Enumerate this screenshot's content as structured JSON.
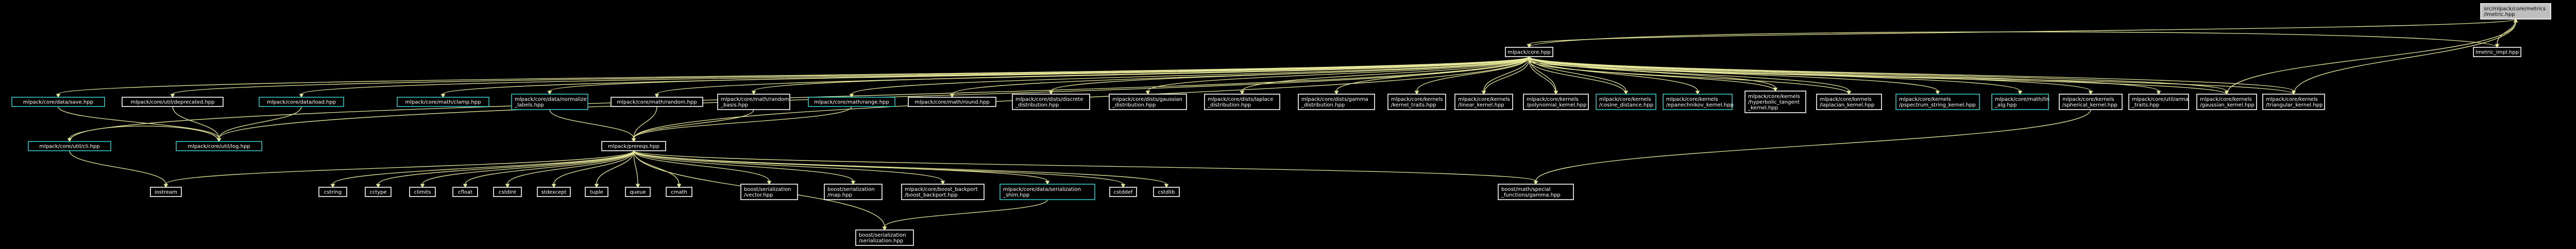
{
  "graph": {
    "colors": {
      "background": "#000000",
      "edge": "#e8e89a",
      "linked_border": "#35c4c4",
      "plain_border": "#ffffff",
      "root_fill": "#bfbfbf"
    },
    "nodes": [
      {
        "id": "root",
        "lines": [
          "src/mlpack/core/metrics",
          "/lmetric.hpp"
        ],
        "kind": "root"
      },
      {
        "id": "lmetric_impl",
        "lines": [
          "lmetric_impl.hpp"
        ],
        "kind": "plain"
      },
      {
        "id": "core",
        "lines": [
          "mlpack/core.hpp"
        ],
        "kind": "plain"
      },
      {
        "id": "data_save",
        "lines": [
          "mlpack/core/data/save.hpp"
        ],
        "kind": "linked"
      },
      {
        "id": "util_deprecated",
        "lines": [
          "mlpack/core/util/deprecated.hpp"
        ],
        "kind": "plain"
      },
      {
        "id": "data_load",
        "lines": [
          "mlpack/core/data/load.hpp"
        ],
        "kind": "linked"
      },
      {
        "id": "math_clamp",
        "lines": [
          "mlpack/core/math/clamp.hpp"
        ],
        "kind": "linked"
      },
      {
        "id": "normalize_labels",
        "lines": [
          "mlpack/core/data/normalize",
          "_labels.hpp"
        ],
        "kind": "linked"
      },
      {
        "id": "math_random",
        "lines": [
          "mlpack/core/math/random.hpp"
        ],
        "kind": "plain"
      },
      {
        "id": "random_basis",
        "lines": [
          "mlpack/core/math/random",
          "_basis.hpp"
        ],
        "kind": "plain"
      },
      {
        "id": "math_range",
        "lines": [
          "mlpack/core/math/range.hpp"
        ],
        "kind": "linked"
      },
      {
        "id": "math_round",
        "lines": [
          "mlpack/core/math/round.hpp"
        ],
        "kind": "plain"
      },
      {
        "id": "discrete_dist",
        "lines": [
          "mlpack/core/dists/discrete",
          "_distribution.hpp"
        ],
        "kind": "plain"
      },
      {
        "id": "gaussian_dist",
        "lines": [
          "mlpack/core/dists/gaussian",
          "_distribution.hpp"
        ],
        "kind": "plain"
      },
      {
        "id": "laplace_dist",
        "lines": [
          "mlpack/core/dists/laplace",
          "_distribution.hpp"
        ],
        "kind": "plain"
      },
      {
        "id": "gamma_dist",
        "lines": [
          "mlpack/core/dists/gamma",
          "_distribution.hpp"
        ],
        "kind": "plain"
      },
      {
        "id": "kernel_traits",
        "lines": [
          "mlpack/core/kernels",
          "/kernel_traits.hpp"
        ],
        "kind": "plain"
      },
      {
        "id": "linear_kernel",
        "lines": [
          "mlpack/core/kernels",
          "/linear_kernel.hpp"
        ],
        "kind": "plain"
      },
      {
        "id": "polynomial_kernel",
        "lines": [
          "mlpack/core/kernels",
          "/polynomial_kernel.hpp"
        ],
        "kind": "plain"
      },
      {
        "id": "cosine_distance",
        "lines": [
          "mlpack/core/kernels",
          "/cosine_distance.hpp"
        ],
        "kind": "linked"
      },
      {
        "id": "epanechnikov_kernel",
        "lines": [
          "mlpack/core/kernels",
          "/epanechnikov_kernel.hpp"
        ],
        "kind": "linked"
      },
      {
        "id": "hyperbolic_tangent",
        "lines": [
          "mlpack/core/kernels",
          "/hyperbolic_tangent",
          "_kernel.hpp"
        ],
        "kind": "plain"
      },
      {
        "id": "laplacian_kernel",
        "lines": [
          "mlpack/core/kernels",
          "/laplacian_kernel.hpp"
        ],
        "kind": "plain"
      },
      {
        "id": "pspectrum_string",
        "lines": [
          "mlpack/core/kernels",
          "/pspectrum_string_kernel.hpp"
        ],
        "kind": "linked"
      },
      {
        "id": "lin_alg",
        "lines": [
          "mlpack/core/math/lin",
          "_alg.hpp"
        ],
        "kind": "linked"
      },
      {
        "id": "spherical_kernel",
        "lines": [
          "mlpack/core/kernels",
          "/spherical_kernel.hpp"
        ],
        "kind": "plain"
      },
      {
        "id": "arma_traits",
        "lines": [
          "mlpack/core/util/arma",
          "_traits.hpp"
        ],
        "kind": "plain"
      },
      {
        "id": "gaussian_kernel",
        "lines": [
          "mlpack/core/kernels",
          "/gaussian_kernel.hpp"
        ],
        "kind": "plain"
      },
      {
        "id": "triangular_kernel",
        "lines": [
          "mlpack/core/kernels",
          "/triangular_kernel.hpp"
        ],
        "kind": "plain"
      },
      {
        "id": "util_cli",
        "lines": [
          "mlpack/core/util/cli.hpp"
        ],
        "kind": "linked"
      },
      {
        "id": "util_log",
        "lines": [
          "mlpack/core/util/log.hpp"
        ],
        "kind": "linked"
      },
      {
        "id": "prereqs",
        "lines": [
          "mlpack/prereqs.hpp"
        ],
        "kind": "plain"
      },
      {
        "id": "iostream",
        "lines": [
          "iostream"
        ],
        "kind": "plain"
      },
      {
        "id": "cstring",
        "lines": [
          "cstring"
        ],
        "kind": "plain"
      },
      {
        "id": "cctype",
        "lines": [
          "cctype"
        ],
        "kind": "plain"
      },
      {
        "id": "climits",
        "lines": [
          "climits"
        ],
        "kind": "plain"
      },
      {
        "id": "cfloat",
        "lines": [
          "cfloat"
        ],
        "kind": "plain"
      },
      {
        "id": "cstdint",
        "lines": [
          "cstdint"
        ],
        "kind": "plain"
      },
      {
        "id": "stdexcept",
        "lines": [
          "stdexcept"
        ],
        "kind": "plain"
      },
      {
        "id": "tuple",
        "lines": [
          "tuple"
        ],
        "kind": "plain"
      },
      {
        "id": "queue",
        "lines": [
          "queue"
        ],
        "kind": "plain"
      },
      {
        "id": "cmath",
        "lines": [
          "cmath"
        ],
        "kind": "plain"
      },
      {
        "id": "ser_vector",
        "lines": [
          "boost/serialization",
          "/vector.hpp"
        ],
        "kind": "plain"
      },
      {
        "id": "ser_map",
        "lines": [
          "boost/serialization",
          "/map.hpp"
        ],
        "kind": "plain"
      },
      {
        "id": "boost_backport",
        "lines": [
          "mlpack/core/boost_backport",
          "/boost_backport.hpp"
        ],
        "kind": "plain"
      },
      {
        "id": "serialization_shim",
        "lines": [
          "mlpack/core/data/serialization",
          "_shim.hpp"
        ],
        "kind": "linked"
      },
      {
        "id": "cstddef",
        "lines": [
          "cstddef"
        ],
        "kind": "plain"
      },
      {
        "id": "cstdlib",
        "lines": [
          "cstdlib"
        ],
        "kind": "plain"
      },
      {
        "id": "gamma",
        "lines": [
          "boost/math/special",
          "_functions/gamma.hpp"
        ],
        "kind": "plain"
      },
      {
        "id": "ser_serialization",
        "lines": [
          "boost/serialization",
          "/serialization.hpp"
        ],
        "kind": "plain"
      }
    ],
    "edges": [
      [
        "root",
        "lmetric_impl"
      ],
      [
        "root",
        "core"
      ],
      [
        "lmetric_impl",
        "core"
      ],
      [
        "core",
        "data_save"
      ],
      [
        "core",
        "util_deprecated"
      ],
      [
        "core",
        "data_load"
      ],
      [
        "core",
        "math_clamp"
      ],
      [
        "core",
        "normalize_labels"
      ],
      [
        "core",
        "math_random"
      ],
      [
        "core",
        "random_basis"
      ],
      [
        "core",
        "math_range"
      ],
      [
        "core",
        "math_round"
      ],
      [
        "core",
        "discrete_dist"
      ],
      [
        "core",
        "gaussian_dist"
      ],
      [
        "core",
        "laplace_dist"
      ],
      [
        "core",
        "gamma_dist"
      ],
      [
        "core",
        "kernel_traits"
      ],
      [
        "core",
        "linear_kernel"
      ],
      [
        "core",
        "polynomial_kernel"
      ],
      [
        "core",
        "cosine_distance"
      ],
      [
        "core",
        "epanechnikov_kernel"
      ],
      [
        "core",
        "hyperbolic_tangent"
      ],
      [
        "core",
        "laplacian_kernel"
      ],
      [
        "core",
        "pspectrum_string"
      ],
      [
        "core",
        "lin_alg"
      ],
      [
        "core",
        "spherical_kernel"
      ],
      [
        "core",
        "arma_traits"
      ],
      [
        "core",
        "gaussian_kernel"
      ],
      [
        "core",
        "triangular_kernel"
      ],
      [
        "core",
        "util_cli"
      ],
      [
        "core",
        "util_log"
      ],
      [
        "core",
        "prereqs"
      ],
      [
        "linear_kernel",
        "core"
      ],
      [
        "polynomial_kernel",
        "core"
      ],
      [
        "cosine_distance",
        "core"
      ],
      [
        "hyperbolic_tangent",
        "core"
      ],
      [
        "laplacian_kernel",
        "core"
      ],
      [
        "gaussian_kernel",
        "core"
      ],
      [
        "triangular_kernel",
        "core"
      ],
      [
        "triangular_kernel",
        "root"
      ],
      [
        "gaussian_kernel",
        "root"
      ],
      [
        "data_save",
        "util_log"
      ],
      [
        "util_deprecated",
        "util_log"
      ],
      [
        "data_load",
        "util_log"
      ],
      [
        "util_cli",
        "util_log"
      ],
      [
        "util_cli",
        "iostream"
      ],
      [
        "normalize_labels",
        "prereqs"
      ],
      [
        "math_random",
        "prereqs"
      ],
      [
        "random_basis",
        "prereqs"
      ],
      [
        "math_range",
        "prereqs"
      ],
      [
        "spherical_kernel",
        "gamma"
      ],
      [
        "prereqs",
        "iostream"
      ],
      [
        "prereqs",
        "cstring"
      ],
      [
        "prereqs",
        "cctype"
      ],
      [
        "prereqs",
        "climits"
      ],
      [
        "prereqs",
        "cfloat"
      ],
      [
        "prereqs",
        "cstdint"
      ],
      [
        "prereqs",
        "stdexcept"
      ],
      [
        "prereqs",
        "tuple"
      ],
      [
        "prereqs",
        "queue"
      ],
      [
        "prereqs",
        "cmath"
      ],
      [
        "prereqs",
        "ser_vector"
      ],
      [
        "prereqs",
        "ser_map"
      ],
      [
        "prereqs",
        "boost_backport"
      ],
      [
        "prereqs",
        "serialization_shim"
      ],
      [
        "prereqs",
        "cstddef"
      ],
      [
        "prereqs",
        "cstdlib"
      ],
      [
        "prereqs",
        "gamma"
      ],
      [
        "prereqs",
        "ser_serialization"
      ],
      [
        "serialization_shim",
        "ser_serialization"
      ]
    ]
  }
}
